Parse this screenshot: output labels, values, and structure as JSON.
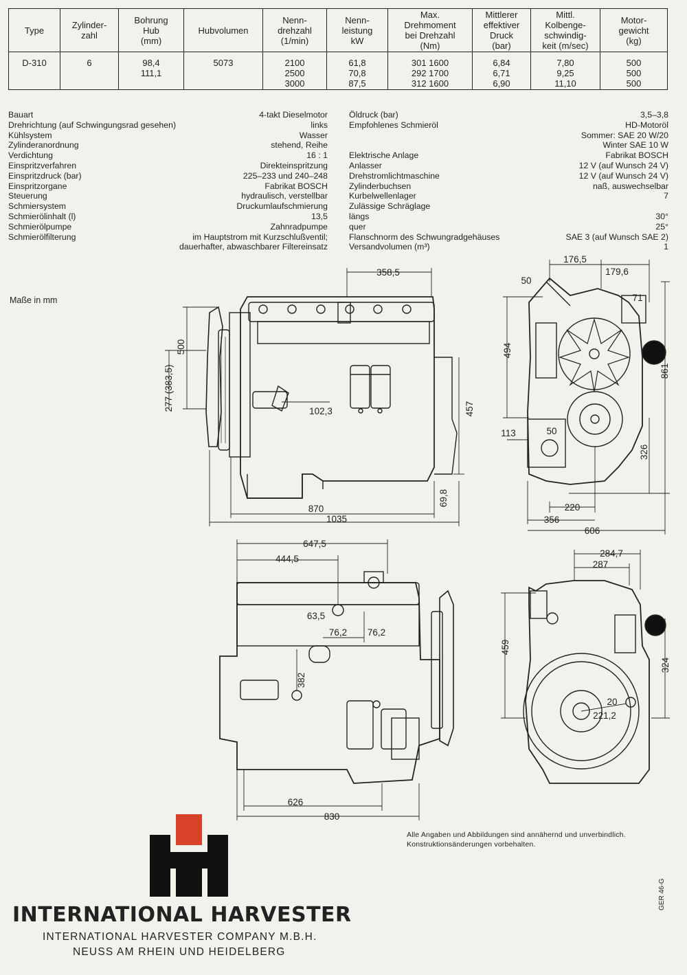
{
  "table": {
    "headers": [
      "Type",
      "Zylinder-\nzahl",
      "Bohrung\nHub\n(mm)",
      "Hubvolumen",
      "Nenn-\ndrehzahl\n(1/min)",
      "Nenn-\nleistung\nkW",
      "Max.\nDrehmoment\nbei Drehzahl\n(Nm)",
      "Mittlerer\neffektiver\nDruck\n(bar)",
      "Mittl.\nKolbenge-\nschwindig-\nkeit (m/sec)",
      "Motor-\ngewicht\n(kg)"
    ],
    "row": [
      "D-310",
      "6",
      "98,4\n111,1",
      "5073",
      "2100\n2500\n3000",
      "61,8\n70,8\n87,5",
      "301 1600\n292 1700\n312 1600",
      "6,84\n6,71\n6,90",
      "7,80\n9,25\n11,10",
      "500\n500\n500"
    ]
  },
  "specs_left": [
    {
      "label": "Bauart",
      "value": "4-takt Dieselmotor"
    },
    {
      "label": "Drehrichtung (auf Schwingungsrad gesehen)",
      "value": "links"
    },
    {
      "label": "Kühlsystem",
      "value": "Wasser"
    },
    {
      "label": "Zylinderanordnung",
      "value": "stehend, Reihe"
    },
    {
      "label": "Verdichtung",
      "value": "16 : 1"
    },
    {
      "label": "Einspritzverfahren",
      "value": "Direkteinspritzung"
    },
    {
      "label": "Einspritzdruck (bar)",
      "value": "225–233 und 240–248"
    },
    {
      "label": "Einspritzorgane",
      "value": "Fabrikat BOSCH"
    },
    {
      "label": "Steuerung",
      "value": "hydraulisch, verstellbar"
    },
    {
      "label": "Schmiersystem",
      "value": "Druckumlaufschmierung"
    },
    {
      "label": "Schmierölinhalt (l)",
      "value": "13,5"
    },
    {
      "label": "Schmierölpumpe",
      "value": "Zahnradpumpe"
    },
    {
      "label": "Schmierölfilterung",
      "value": "im Hauptstrom mit Kurzschlußventil;\ndauerhafter, abwaschbarer Filtereinsatz"
    }
  ],
  "specs_right": [
    {
      "label": "Öldruck (bar)",
      "value": "3,5–3,8"
    },
    {
      "label": "Empfohlenes Schmieröl",
      "value": "HD-Motoröl"
    },
    {
      "label": "",
      "value": "Sommer:  SAE 20 W/20"
    },
    {
      "label": "",
      "value": "Winter      SAE 10 W"
    },
    {
      "label": "Elektrische Anlage",
      "value": "Fabrikat BOSCH"
    },
    {
      "label": "Anlasser",
      "value": "12 V (auf Wunsch 24 V)"
    },
    {
      "label": "Drehstromlichtmaschine",
      "value": "12 V (auf Wunsch 24 V)"
    },
    {
      "label": "Zylinderbuchsen",
      "value": "naß, auswechselbar"
    },
    {
      "label": "Kurbelwellenlager",
      "value": "7"
    },
    {
      "label": "Zulässige Schräglage",
      "value": ""
    },
    {
      "label": "längs",
      "value": "30°"
    },
    {
      "label": "quer",
      "value": "25°"
    },
    {
      "label": "Flanschnorm des Schwungradgehäuses",
      "value": "SAE 3 (auf Wunsch SAE 2)"
    },
    {
      "label": "Versandvolumen (m³)",
      "value": "1"
    }
  ],
  "masse_label": "Maße in mm",
  "dims": {
    "d358": "358,5",
    "d500": "500",
    "d277": "277 (383,5)",
    "d102": "102,3",
    "d457": "457",
    "d69": "69,8",
    "d870": "870",
    "d1035": "1035",
    "d176": "176,5",
    "d179": "179,6",
    "d50a": "50",
    "d71": "71",
    "d494": "494",
    "d861": "861",
    "d113": "113",
    "d50b": "50",
    "d326": "326",
    "d220": "220",
    "d356": "356",
    "d606": "606",
    "d647": "647,5",
    "d444": "444,5",
    "d63": "63,5",
    "d76a": "76,2",
    "d76b": "76,2",
    "d382": "382",
    "d626": "626",
    "d830": "830",
    "d284": "284,7",
    "d287": "287",
    "d459": "459",
    "d324": "324",
    "d20": "20",
    "d221": "221,2"
  },
  "disclaimer": "Alle Angaben und Abbildungen sind annähernd und unverbindlich.\nKonstruktionsänderungen vorbehalten.",
  "brand": "INTERNATIONAL HARVESTER",
  "company": "INTERNATIONAL HARVESTER COMPANY M.B.H.",
  "city": "NEUSS AM RHEIN UND HEIDELBERG",
  "code": "GER 46-G",
  "colors": {
    "logo_red": "#d9412b",
    "ink": "#1a1a1a",
    "paper": "#f3f1ec"
  }
}
